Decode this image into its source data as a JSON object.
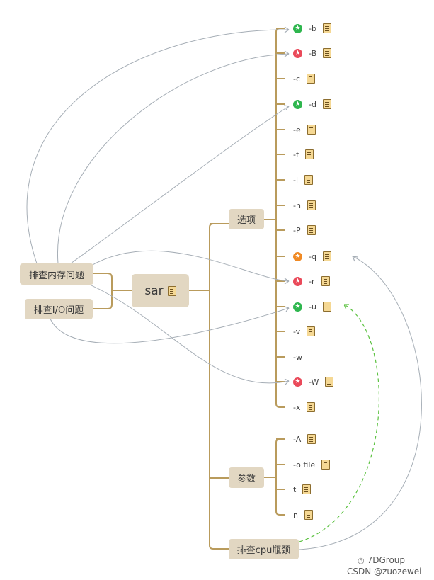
{
  "root": {
    "label": "sar",
    "icon": "note-icon"
  },
  "branches": {
    "options": {
      "label": "选项",
      "items": [
        {
          "label": "-b",
          "star": "green",
          "note": true
        },
        {
          "label": "-B",
          "star": "red",
          "note": true
        },
        {
          "label": "-c",
          "star": null,
          "note": true
        },
        {
          "label": "-d",
          "star": "green",
          "note": true
        },
        {
          "label": "-e",
          "star": null,
          "note": true
        },
        {
          "label": "-f",
          "star": null,
          "note": true
        },
        {
          "label": "-i",
          "star": null,
          "note": true
        },
        {
          "label": "-n",
          "star": null,
          "note": true
        },
        {
          "label": "-P",
          "star": null,
          "note": true
        },
        {
          "label": "-q",
          "star": "orange",
          "note": true
        },
        {
          "label": "-r",
          "star": "red",
          "note": true
        },
        {
          "label": "-u",
          "star": "green",
          "note": true
        },
        {
          "label": "-v",
          "star": null,
          "note": true
        },
        {
          "label": "-w",
          "star": null,
          "note": false
        },
        {
          "label": "-W",
          "star": "red",
          "note": true
        },
        {
          "label": "-x",
          "star": null,
          "note": true
        }
      ]
    },
    "params": {
      "label": "参数",
      "items": [
        {
          "label": "-A",
          "note": true
        },
        {
          "label": "-o file",
          "note": true
        },
        {
          "label": "t",
          "note": true
        },
        {
          "label": "n",
          "note": true
        }
      ]
    },
    "cpu": {
      "label": "排查cpu瓶颈"
    }
  },
  "side_topics": {
    "memory": "排查内存问题",
    "io": "排查I/O问题"
  },
  "colors": {
    "branch_line": "#b99b5c",
    "relation_line": "#a6aeb6",
    "dashed_relation": "#5cc241",
    "node_fill": "#e2d7c2"
  },
  "watermark": {
    "brand": "7DGroup",
    "credit": "CSDN @zuozewei"
  }
}
